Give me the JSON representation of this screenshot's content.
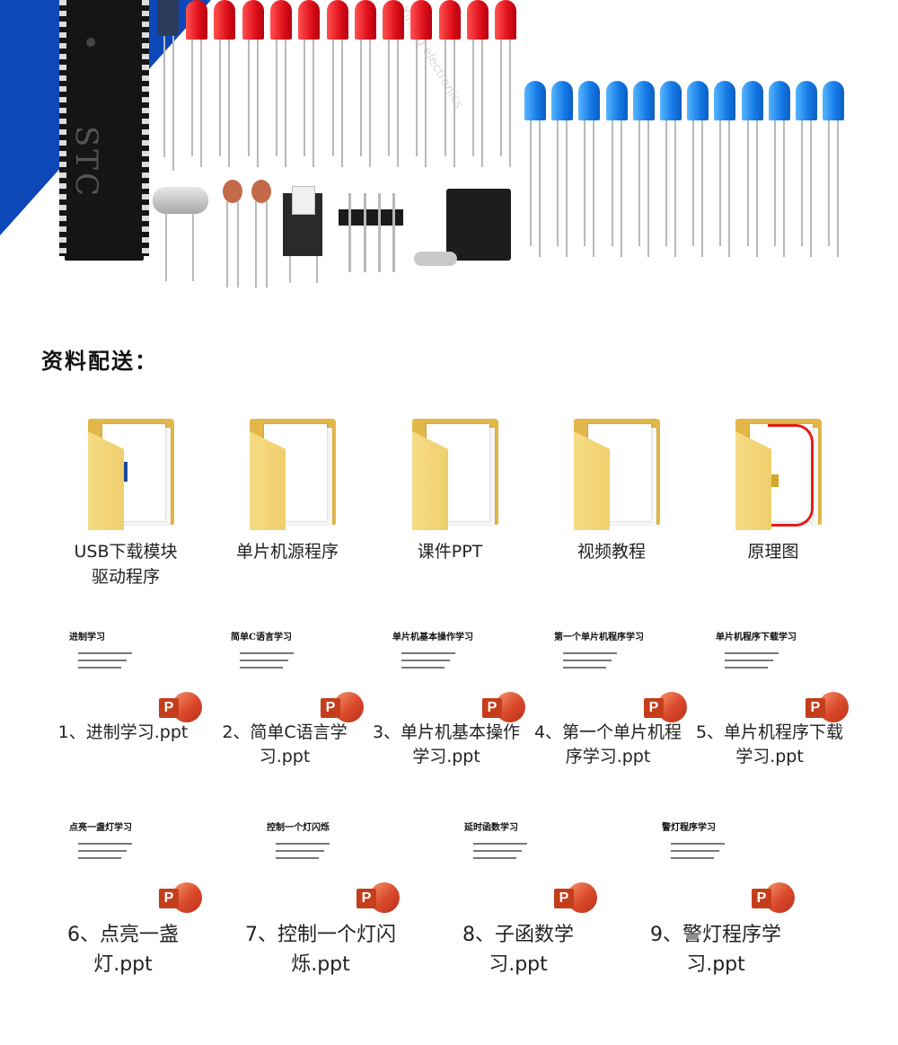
{
  "banner": {
    "chip_mark": "STC",
    "watermark_text": "Yiheng electronics"
  },
  "section_title": "资料配送：",
  "folders": [
    {
      "label": "USB下载模块驱动程序"
    },
    {
      "label": "单片机源程序"
    },
    {
      "label": "课件PPT"
    },
    {
      "label": "视频教程"
    },
    {
      "label": "原理图"
    }
  ],
  "ppt_files": [
    {
      "label": "1、进制学习.ppt",
      "thumb_title": "进制学习"
    },
    {
      "label": "2、简单C语言学习.ppt",
      "thumb_title": "简单C语言学习"
    },
    {
      "label": "3、单片机基本操作学习.ppt",
      "thumb_title": "单片机基本操作学习"
    },
    {
      "label": "4、第一个单片机程序学习.ppt",
      "thumb_title": "第一个单片机程序学习"
    },
    {
      "label": "5、单片机程序下载学习.ppt",
      "thumb_title": "单片机程序下载学习"
    },
    {
      "label": "6、点亮一盏灯.ppt",
      "thumb_title": "点亮一盏灯学习"
    },
    {
      "label": "7、控制一个灯闪烁.ppt",
      "thumb_title": "控制一个灯闪烁"
    },
    {
      "label": "8、子函数学习.ppt",
      "thumb_title": "延时函数学习"
    },
    {
      "label": "9、警灯程序学习.ppt",
      "thumb_title": "警灯程序学习"
    }
  ],
  "ppt_icon_letter": "P",
  "colors": {
    "banner_blue": "#0c48b8",
    "folder_yellow": "#e2b84a",
    "ppt_orange": "#d9482a"
  }
}
